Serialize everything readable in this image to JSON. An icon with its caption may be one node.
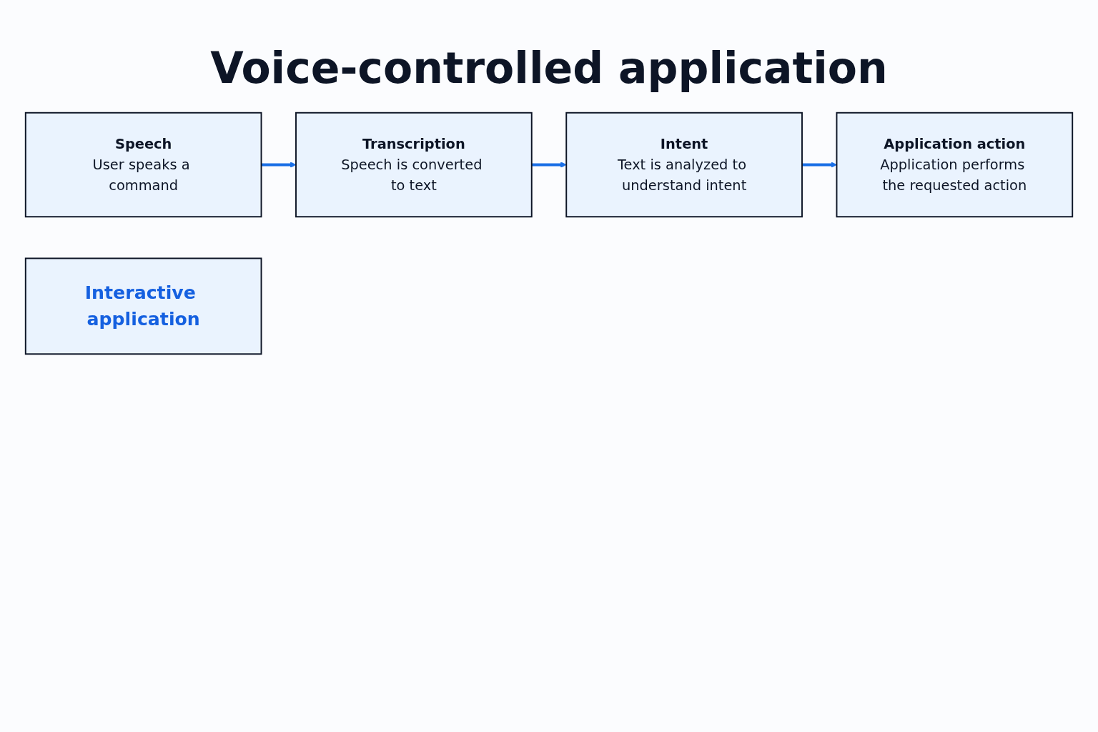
{
  "diagram": {
    "title": "Voice-controlled application",
    "nodes": [
      {
        "text": [
          "Speech",
          "User speaks a command"
        ]
      },
      {
        "text": [
          "Transcription",
          "Speech is converted to text"
        ]
      },
      {
        "text": [
          "Intent",
          "Text is analyzed to understand intent"
        ]
      },
      {
        "text": [
          "Application action",
          "Application performs the requested action"
        ]
      },
      {
        "text": [
          "Interactive application"
        ]
      }
    ],
    "edges": [
      {
        "from": 0,
        "to": 1,
        "arrow": "to"
      },
      {
        "from": 1,
        "to": 2,
        "arrow": "to"
      },
      {
        "from": 2,
        "to": 3,
        "arrow": "to"
      }
    ]
  }
}
